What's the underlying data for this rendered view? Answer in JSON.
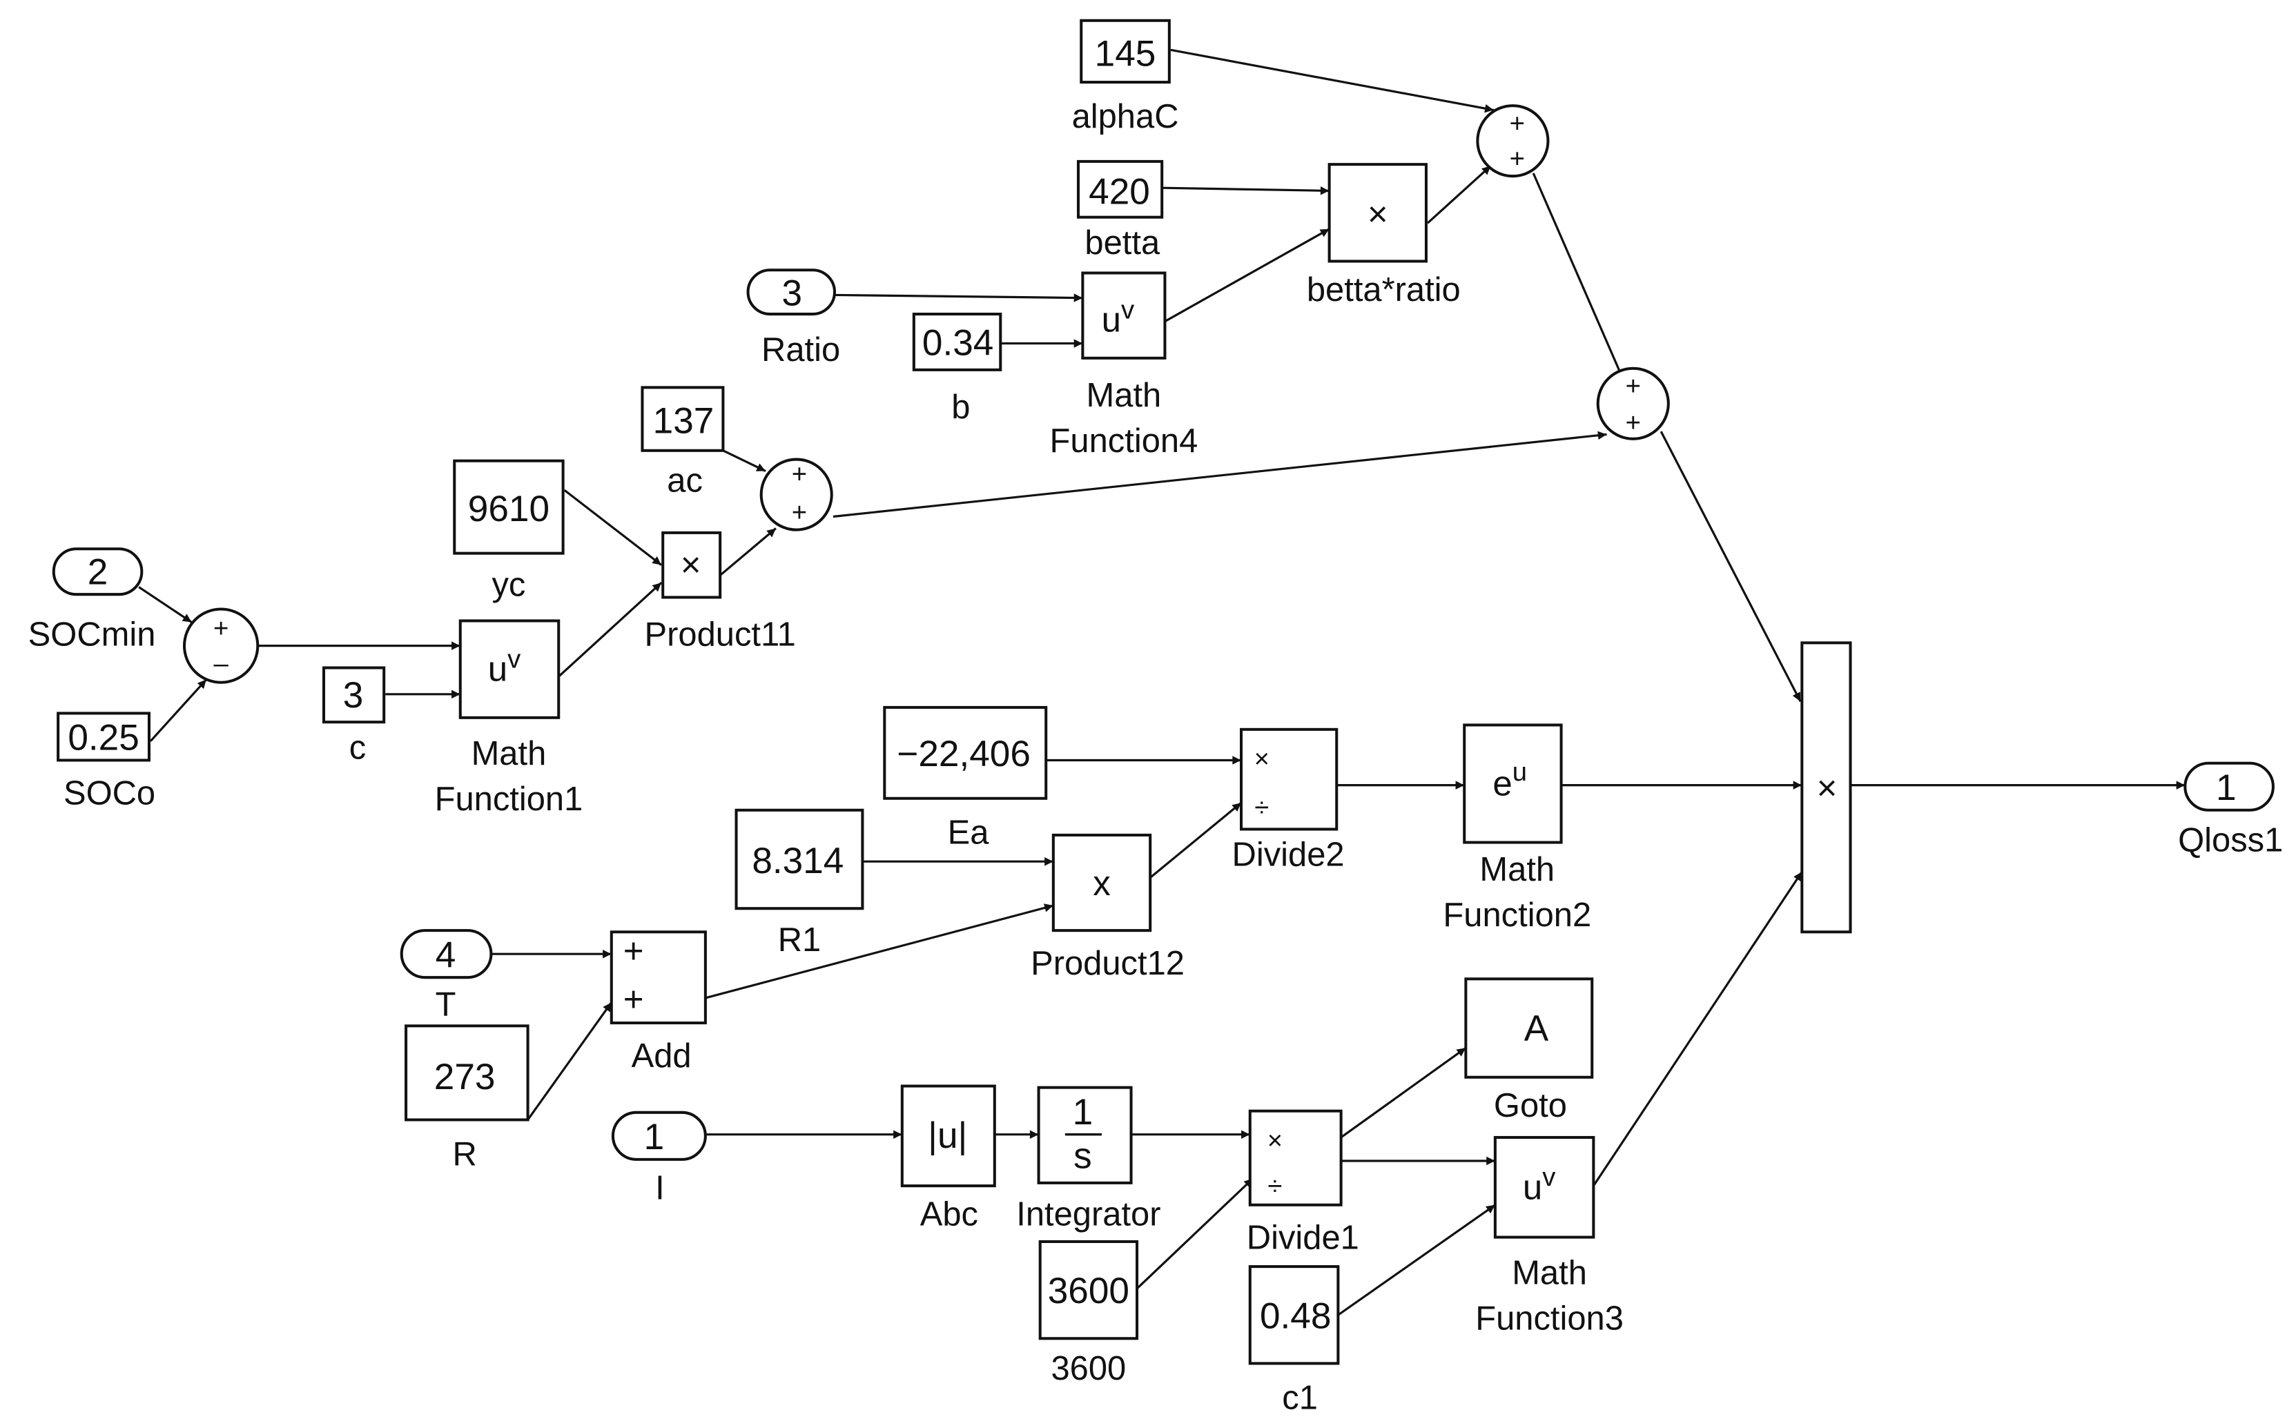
{
  "blocks": {
    "c145": {
      "value": "145",
      "label": "alphaC"
    },
    "c420": {
      "value": "420",
      "label": "betta"
    },
    "betta_ratio": {
      "op": "×",
      "label": "betta*ratio"
    },
    "ratio_in": {
      "port": "3",
      "label": "Ratio"
    },
    "b": {
      "value": "0.34",
      "label": "b"
    },
    "mf4": {
      "base": "u",
      "exp": "v",
      "label": "Math\nFunction4"
    },
    "ac": {
      "value": "137",
      "label": "ac"
    },
    "yc": {
      "value": "9610",
      "label": "yc"
    },
    "product11": {
      "op": "×",
      "label": "Product11"
    },
    "socmin_in": {
      "port": "2",
      "label": "SOCmin"
    },
    "soco": {
      "value": "0.25",
      "label": "SOCo"
    },
    "c": {
      "value": "3",
      "label": "c"
    },
    "mf1": {
      "base": "u",
      "exp": "v",
      "label": "Math\nFunction1"
    },
    "ea": {
      "value": "−22,406",
      "label": "Ea"
    },
    "divide2": {
      "top": "×",
      "bottom": "÷",
      "label": "Divide2"
    },
    "mf2": {
      "base": "e",
      "exp": "u",
      "label": "Math\nFunction2"
    },
    "r1": {
      "value": "8.314",
      "label": "R1"
    },
    "product12": {
      "op": "x",
      "label": "Product12"
    },
    "t_in": {
      "port": "4",
      "label": "T"
    },
    "add": {
      "top": "+",
      "bottom": "+",
      "label": "Add"
    },
    "r": {
      "value": "273",
      "label": "R"
    },
    "goto": {
      "value": "A",
      "label": "Goto"
    },
    "i_in": {
      "port": "1",
      "label": "I"
    },
    "abc": {
      "value": "|u|",
      "label": "Abc"
    },
    "integrator": {
      "num": "1",
      "den": "s",
      "label": "Integrator"
    },
    "divide1": {
      "top": "×",
      "bottom": "÷",
      "label": "Divide1"
    },
    "mf3": {
      "base": "u",
      "exp": "v",
      "label": "Math\nFunction3"
    },
    "c3600": {
      "value": "3600",
      "label": "3600"
    },
    "c1": {
      "value": "0.48",
      "label": "c1"
    },
    "bigprod": {
      "op": "×"
    },
    "qloss_out": {
      "port": "1",
      "label": "Qloss1"
    }
  },
  "sums": {
    "sum_top": {
      "signs": [
        "+",
        "+"
      ]
    },
    "sum_mid": {
      "signs": [
        "+",
        "+"
      ]
    },
    "sum_ac": {
      "signs": [
        "+",
        "+"
      ]
    },
    "sum_soc": {
      "signs": [
        "+",
        "–"
      ]
    }
  }
}
